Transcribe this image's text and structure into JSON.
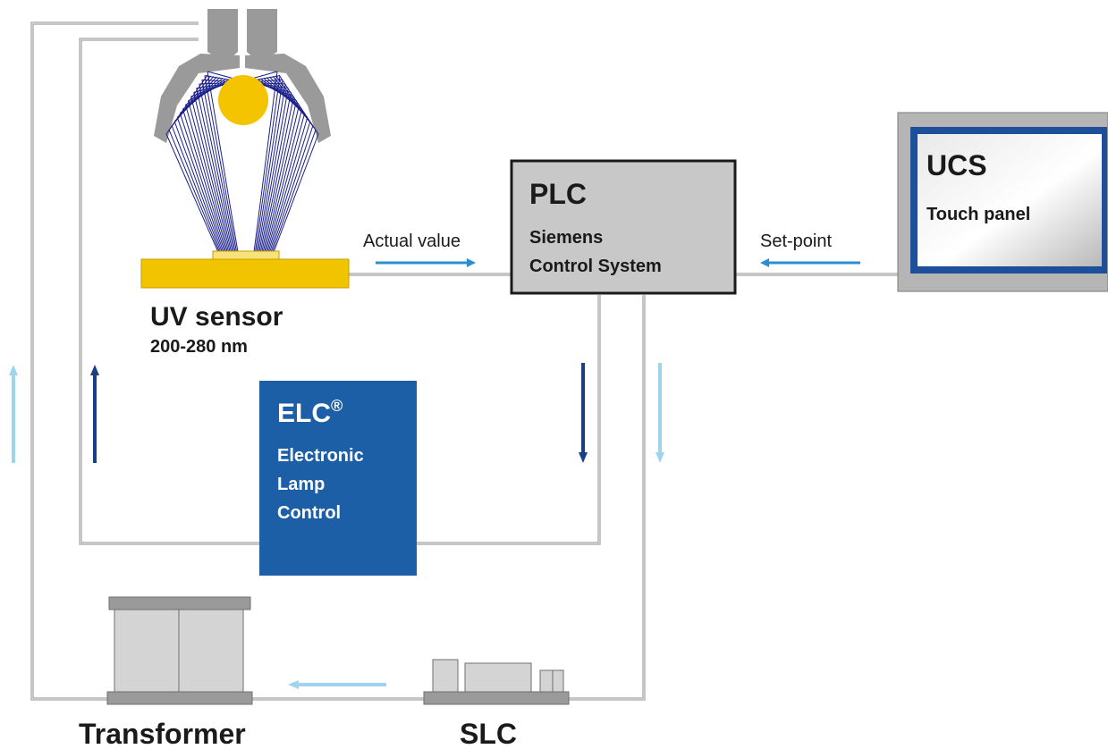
{
  "colors": {
    "wire": "#8c8c8c",
    "lamp_gray": "#9a9a9a",
    "lamp_bulb": "#f5c400",
    "beam": "#1a1f8a",
    "sensor_yellow": "#f2c400",
    "plc_fill": "#c8c8c8",
    "elc_blue": "#1d5fa6",
    "ucs_frame": "#b5b5b5",
    "ucs_border": "#1d4f9a",
    "arrow_mid": "#2a8fd0",
    "arrow_dark": "#1b3f86",
    "arrow_light": "#9fd4ef",
    "device_gray": "#d4d4d4"
  },
  "icons": {
    "lamp": "uv-lamp-reflector-icon",
    "sensor": "uv-sensor-plate-icon",
    "transformer": "transformer-icon",
    "slc": "slc-device-icon"
  },
  "labels": {
    "actual_value": "Actual value",
    "set_point": "Set-point",
    "uv_sensor": "UV sensor",
    "uv_range": "200-280 nm",
    "plc_title": "PLC",
    "plc_line1": "Siemens",
    "plc_line2": "Control System",
    "ucs_title": "UCS",
    "ucs_sub": "Touch panel",
    "elc_title": "ELC",
    "elc_reg": "®",
    "elc_line1": "Electronic",
    "elc_line2": "Lamp",
    "elc_line3": "Control",
    "transformer": "Transformer",
    "slc": "SLC"
  }
}
